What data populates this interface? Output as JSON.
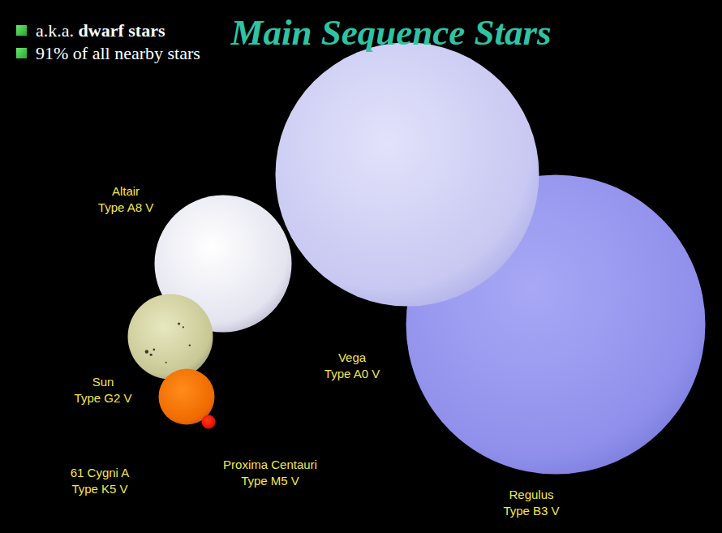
{
  "diagram": {
    "title": "Main Sequence Stars",
    "nodes": [
      {
        "text": [
          "Altair",
          "Type A8 V"
        ]
      },
      {
        "text": [
          "Vega",
          "Type A0 V"
        ]
      },
      {
        "text": [
          "Sun",
          "Type G2 V"
        ]
      },
      {
        "text": [
          "61 Cygni A",
          "Type K5 V"
        ]
      },
      {
        "text": [
          "Proxima Centauri",
          "Type M5 V"
        ]
      },
      {
        "text": [
          "Regulus",
          "Type B3 V"
        ]
      }
    ],
    "labels": [
      "a.k.a.",
      "dwarf stars",
      "91% of all nearby stars"
    ]
  }
}
